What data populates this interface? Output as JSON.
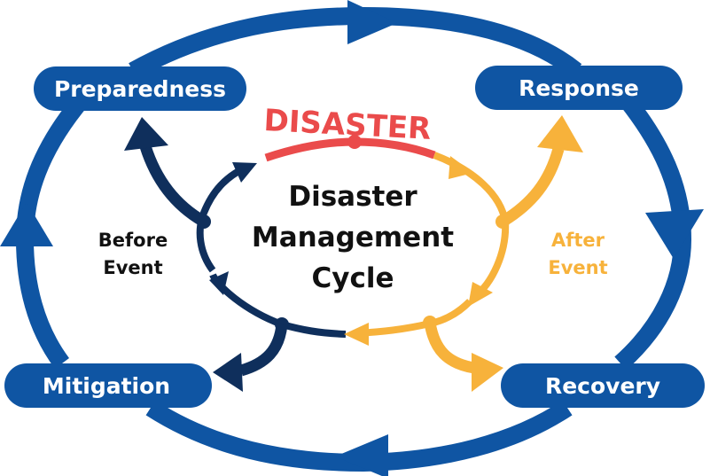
{
  "diagram": {
    "title_lines": [
      "Disaster",
      "Management",
      "Cycle"
    ],
    "disaster_label": "DISASTER",
    "stages": {
      "preparedness": "Preparedness",
      "response": "Response",
      "recovery": "Recovery",
      "mitigation": "Mitigation"
    },
    "before_event": [
      "Before",
      "Event"
    ],
    "after_event": [
      "After",
      "Event"
    ]
  },
  "colors": {
    "outer_blue": "#0f55a3",
    "navy": "#0f2f5c",
    "orange": "#f7b23b",
    "red": "#ea4b4b",
    "text_dark": "#111111",
    "white": "#ffffff"
  }
}
